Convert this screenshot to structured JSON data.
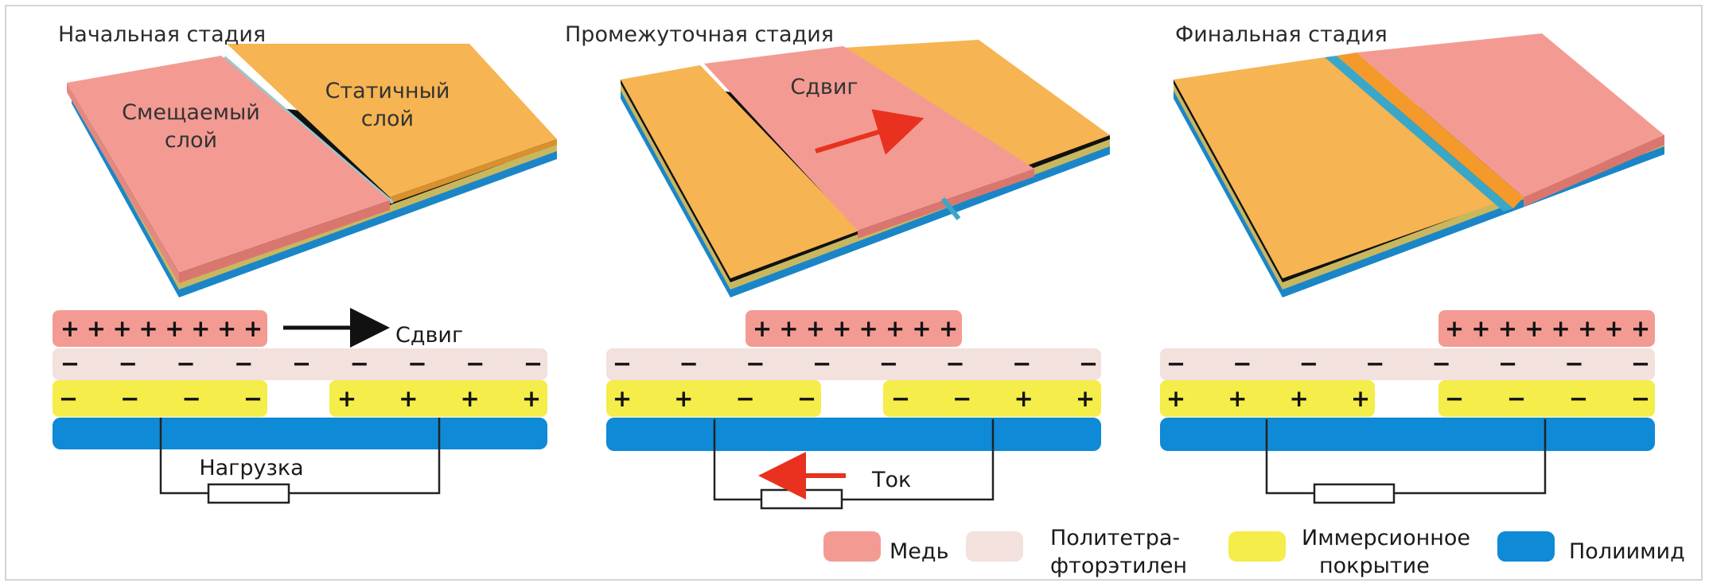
{
  "colors": {
    "copper": "#f39b93",
    "copper_top": "#f4a79f",
    "copper_side": "#d9776f",
    "ptfe": "#f3e1dd",
    "immersion": "#f4ed4a",
    "polyimide": "#0f8ad6",
    "orange_top": "#f6b452",
    "orange_side": "#d8912e",
    "gap_blue": "#3aa7c7",
    "red_arrow": "#e8311f",
    "black": "#111111",
    "wire": "#222222"
  },
  "stages": [
    {
      "title": "Начальная стадия",
      "moving_layer_label": [
        "Смещаемый",
        "слой"
      ],
      "static_layer_label": [
        "Статичный",
        "слой"
      ],
      "shift_label": "Сдвиг",
      "load_label": "Нагрузка",
      "copper_signs": [
        "+",
        "+",
        "+",
        "+",
        "+",
        "+",
        "+",
        "+"
      ],
      "ptfe_signs": [
        "−",
        "−",
        "−",
        "−",
        "−",
        "−",
        "−",
        "−",
        "−"
      ],
      "immersion_left_signs": [
        "−",
        "−",
        "−",
        "−"
      ],
      "immersion_right_signs": [
        "+",
        "+",
        "+",
        "+"
      ]
    },
    {
      "title": "Промежуточная стадия",
      "shift_label": "Сдвиг",
      "current_label": "Ток",
      "copper_signs": [
        "+",
        "+",
        "+",
        "+",
        "+",
        "+",
        "+",
        "+"
      ],
      "ptfe_signs": [
        "−",
        "−",
        "−",
        "−",
        "−",
        "−",
        "−",
        "−"
      ],
      "immersion_left_signs": [
        "+",
        "+",
        "−",
        "−"
      ],
      "immersion_right_signs": [
        "−",
        "−",
        "+",
        "+"
      ]
    },
    {
      "title": "Финальная стадия",
      "copper_signs": [
        "+",
        "+",
        "+",
        "+",
        "+",
        "+",
        "+",
        "+"
      ],
      "ptfe_signs": [
        "−",
        "−",
        "−",
        "−",
        "−",
        "−",
        "−",
        "−"
      ],
      "immersion_left_signs": [
        "+",
        "+",
        "+",
        "+"
      ],
      "immersion_right_signs": [
        "−",
        "−",
        "−",
        "−"
      ]
    }
  ],
  "legend": [
    {
      "color_key": "copper",
      "lines": [
        "Медь"
      ]
    },
    {
      "color_key": "ptfe",
      "lines": [
        "Политетра-",
        "фторэтилен"
      ]
    },
    {
      "color_key": "immersion",
      "lines": [
        "Иммерсионное",
        "покрытие"
      ]
    },
    {
      "color_key": "polyimide",
      "lines": [
        "Полиимид"
      ]
    }
  ]
}
